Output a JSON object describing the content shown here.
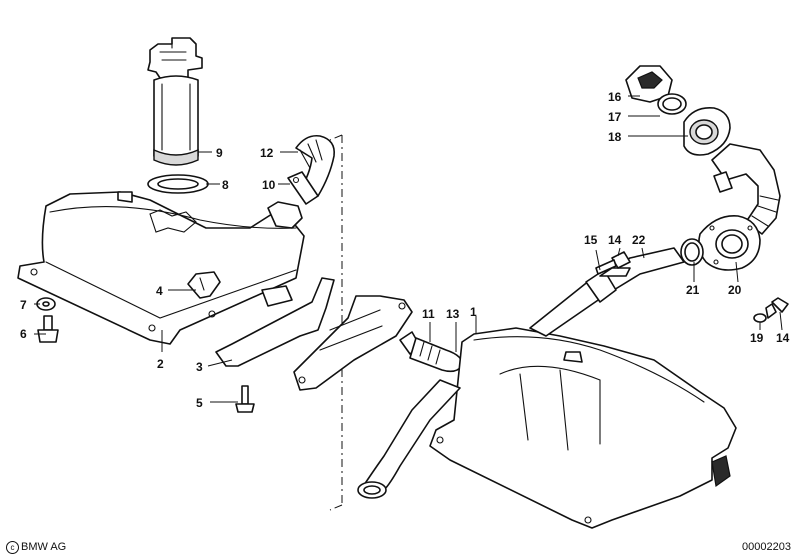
{
  "callouts": [
    {
      "id": "1",
      "label": "1"
    },
    {
      "id": "2",
      "label": "2"
    },
    {
      "id": "3",
      "label": "3"
    },
    {
      "id": "4",
      "label": "4"
    },
    {
      "id": "5",
      "label": "5"
    },
    {
      "id": "6",
      "label": "6"
    },
    {
      "id": "7",
      "label": "7"
    },
    {
      "id": "8",
      "label": "8"
    },
    {
      "id": "9",
      "label": "9"
    },
    {
      "id": "10",
      "label": "10"
    },
    {
      "id": "11",
      "label": "11"
    },
    {
      "id": "12",
      "label": "12"
    },
    {
      "id": "13",
      "label": "13"
    },
    {
      "id": "14a",
      "label": "14"
    },
    {
      "id": "14b",
      "label": "14"
    },
    {
      "id": "15",
      "label": "15"
    },
    {
      "id": "16",
      "label": "16"
    },
    {
      "id": "17",
      "label": "17"
    },
    {
      "id": "18",
      "label": "18"
    },
    {
      "id": "19",
      "label": "19"
    },
    {
      "id": "20",
      "label": "20"
    },
    {
      "id": "21",
      "label": "21"
    },
    {
      "id": "22",
      "label": "22"
    }
  ],
  "footer": {
    "copyright_symbol": "c",
    "brand": "BMW AG",
    "diagram_number": "00002203"
  }
}
